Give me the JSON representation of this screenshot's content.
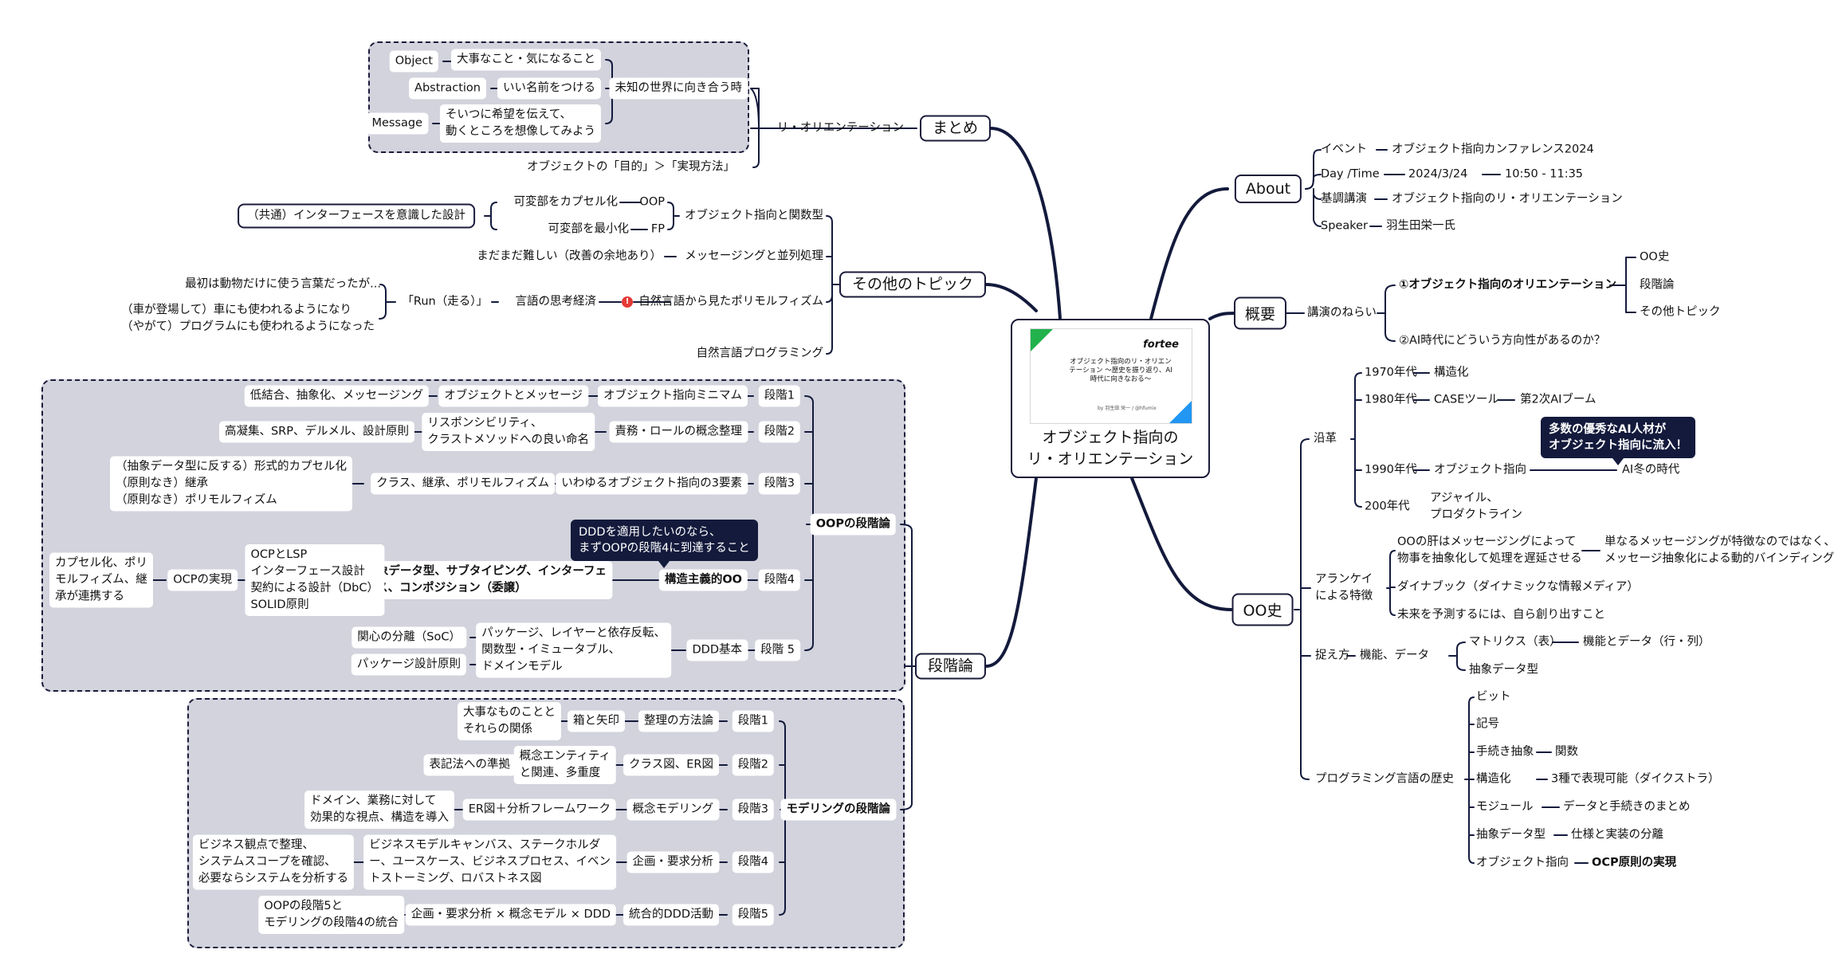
{
  "center": {
    "title_line1": "オブジェクト指向の",
    "title_line2": "リ・オリエンテーション",
    "thumbnail": {
      "logo": "fortee",
      "slide_title": "オブジェクト指向のリ・オリエンテーション 〜歴史を振り返り、AI時代に向きなおる〜",
      "author": "by 羽生田 栄一 / @hfumix"
    }
  },
  "about": {
    "label": "About",
    "items": [
      {
        "key": "イベント",
        "value": "オブジェクト指向カンファレンス2024"
      },
      {
        "key": "Day /Time",
        "value": "2024/3/24",
        "value2": "10:50 - 11:35"
      },
      {
        "key": "基調講演",
        "value": "オブジェクト指向のリ・オリエンテーション"
      },
      {
        "key": "Speaker",
        "value": "羽生田栄一氏"
      }
    ]
  },
  "overview": {
    "label": "概要",
    "aim": "講演のねらい",
    "item1": "①オブジェクト指向のオリエンテーション",
    "item1_children": [
      "OO史",
      "段階論",
      "その他トピック"
    ],
    "item2": "②AI時代にどういう方向性があるのか？"
  },
  "oo_history": {
    "label": "OO史",
    "history": "沿革",
    "y1970": "1970年代",
    "y1970_v": "構造化",
    "y1980": "1980年代",
    "y1980_v": "CASEツール",
    "y1980_v2": "第2次AIブーム",
    "y1990": "1990年代",
    "y1990_v": "オブジェクト指向",
    "y1990_v2": "AI冬の時代",
    "y1990_callout": "多数の優秀なAI人材が\nオブジェクト指向に流入！",
    "y2000": "200年代",
    "y2000_v": "アジャイル、\nプロダクトライン",
    "kay": "アランケイ\nによる特徴",
    "kay_1": "OOの肝はメッセージングによって\n物事を抽象化して処理を遅延させる",
    "kay_1b": "単なるメッセージングが特徴なのではなく、\nメッセージ抽象化による動的バインディング",
    "kay_2": "ダイナブック（ダイナミックな情報メディア）",
    "kay_3": "未来を予測するには、自ら創り出すこと",
    "grasp": "捉え方",
    "grasp_v": "機能、データ",
    "grasp_1": "マトリクス（表）",
    "grasp_1b": "機能とデータ（行・列）",
    "grasp_2": "抽象データ型",
    "lang": "プログラミング言語の歴史",
    "lang_items": [
      "ビット",
      "記号",
      "手続き抽象",
      "構造化",
      "モジュール",
      "抽象データ型",
      "オブジェクト指向"
    ],
    "lang_notes": {
      "2": "関数",
      "3": "3種で表現可能（ダイクストラ）",
      "4": "データと手続きのまとめ",
      "5": "仕様と実装の分離",
      "6": "OCP原則の実現"
    }
  },
  "summary": {
    "label": "まとめ",
    "reorient": "リ・オリエンテーション",
    "unknown": "未知の世界に向き合う時",
    "object": "Object",
    "object_v": "大事なこと・気になること",
    "abstraction": "Abstraction",
    "abstraction_v": "いい名前をつける",
    "message": "Message",
    "message_v": "そいつに希望を伝えて、\n動くところを想像してみよう",
    "purpose": "オブジェクトの「目的」＞「実現方法」"
  },
  "topics": {
    "label": "その他のトピック",
    "oo_fp": "オブジェクト指向と関数型",
    "oop": "OOP",
    "oop_v": "可変部をカプセル化",
    "fp": "FP",
    "fp_v": "可変部を最小化",
    "interface": "（共通）インターフェースを意識した設計",
    "messaging": "メッセージングと並列処理",
    "messaging_v": "まだまだ難しい（改善の余地あり）",
    "poly": "自然言語から見たポリモルフィズム",
    "economy": "言語の思考経済",
    "run": "「Run（走る）」",
    "run_1": "最初は動物だけに使う言葉だったが...",
    "run_2": "（車が登場して）車にも使われるようになり\n（やがて）プログラムにも使われるようになった",
    "nlp": "自然言語プログラミング"
  },
  "stages": {
    "label": "段階論",
    "oop_label": "OOPの段階論",
    "oop": [
      {
        "stage": "段階1",
        "name": "オブジェクト指向ミニマム",
        "mid": "オブジェクトとメッセージ",
        "detail": "低結合、抽象化、メッセージング"
      },
      {
        "stage": "段階2",
        "name": "責務・ロールの概念整理",
        "mid": "リスポンシビリティ、\nクラストメソッドへの良い命名",
        "detail": "高凝集、SRP、デルメル、設計原則"
      },
      {
        "stage": "段階3",
        "name": "いわゆるオブジェクト指向の3要素",
        "mid": "クラス、継承、ポリモルフィズム",
        "detail": "（抽象データ型に反する）形式的カプセル化\n（原則なき）継承\n（原則なき）ポリモルフィズム"
      },
      {
        "stage": "段階4",
        "name": "構造主義的OO",
        "mid": "抽象データ型、サブタイピング、インターフェ\nース、コンポジション（委譲）",
        "mid2": "OCPとLSP\nインターフェース設計\n契約による設計（DbC）\nSOLID原則",
        "mid3": "OCPの実現",
        "detail": "カプセル化、ポリ\nモルフィズム、継\n承が連携する",
        "callout": "DDDを適用したいのなら、\nまずOOPの段階4に到達すること"
      },
      {
        "stage": "段階 5",
        "name": "DDD基本",
        "mid": "パッケージ、レイヤーと依存反転、\n関数型・イミュータブル、\nドメインモデル",
        "detail_a": "関心の分離（SoC）",
        "detail_b": "パッケージ設計原則"
      }
    ],
    "model_label": "モデリングの段階論",
    "model": [
      {
        "stage": "段階1",
        "name": "整理の方法論",
        "mid": "箱と矢印",
        "detail": "大事なものことと\nそれらの関係"
      },
      {
        "stage": "段階2",
        "name": "クラス図、ER図",
        "mid": "概念エンティティ\nと関連、多重度",
        "detail": "表記法への準拠"
      },
      {
        "stage": "段階3",
        "name": "概念モデリング",
        "mid": "ER図＋分析フレームワーク",
        "detail": "ドメイン、業務に対して\n効果的な視点、構造を導入"
      },
      {
        "stage": "段階4",
        "name": "企画・要求分析",
        "mid": "ビジネスモデルキャンバス、ステークホルダ\nー、ユースケース、ビジネスプロセス、イベン\nトストーミング、ロバストネス図",
        "detail": "ビジネス観点で整理、\nシステムスコープを確認、\n必要ならシステムを分析する"
      },
      {
        "stage": "段階5",
        "name": "統合的DDD活動",
        "mid": "企画・要求分析 × 概念モデル × DDD",
        "detail": "OOPの段階5と\nモデリングの段階4の統合"
      }
    ]
  },
  "colors": {
    "line": "#131a3c",
    "group_bg": "#d2d3dc",
    "warning": "#e53935",
    "accent_green": "#22b24c",
    "accent_blue": "#2196f3"
  }
}
